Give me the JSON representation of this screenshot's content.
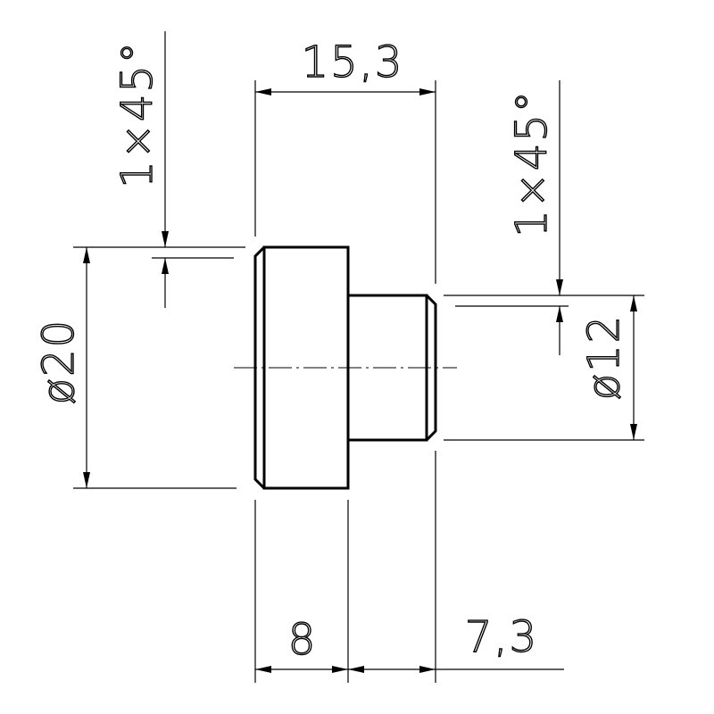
{
  "drawing": {
    "part": {
      "large_diameter": "ø20",
      "small_diameter": "ø12",
      "overall_length": "15,3",
      "large_length": "8",
      "small_length": "7,3",
      "chamfer_left": "1×45°",
      "chamfer_right": "1×45°"
    }
  }
}
